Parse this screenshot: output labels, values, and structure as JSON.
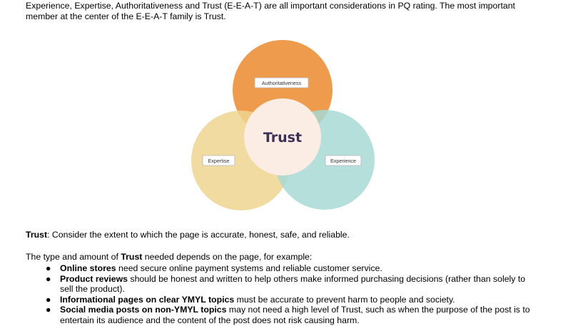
{
  "intro": {
    "text": "Experience, Expertise, Authoritativeness and Trust (E-E-A-T) are all important considerations in PQ rating.  The most important member at the center of the E-E-A-T family is Trust."
  },
  "diagram": {
    "center_label": "Trust",
    "top_label": "Authoritativeness",
    "left_label": "Expertise",
    "right_label": "Experience",
    "colors": {
      "top": "#EE9645",
      "left": "#EFD58F",
      "right": "#A7D9D3",
      "center": "#FBEDE4",
      "center_text": "#3E2F55"
    }
  },
  "trust_definition": {
    "term": "Trust",
    "text": ": Consider the extent to which the page is accurate, honest, safe, and reliable."
  },
  "trust_intro": {
    "before": "The type and amount of ",
    "term": "Trust",
    "after": " needed depends on the page, for example:"
  },
  "bullets": [
    {
      "bold": "Online stores",
      "text": " need secure online payment systems and reliable customer service."
    },
    {
      "bold": "Product reviews",
      "text": " should be honest and written to help others make informed purchasing decisions (rather than solely to sell the product)."
    },
    {
      "bold": "Informational pages on clear YMYL topics",
      "text": " must be accurate to prevent harm to people and society."
    },
    {
      "bold": "Social media posts on non-YMYL topics",
      "text": " may not need a high level of Trust, such as when the purpose of the post is to entertain its audience and the content of the post does not risk causing harm."
    }
  ]
}
